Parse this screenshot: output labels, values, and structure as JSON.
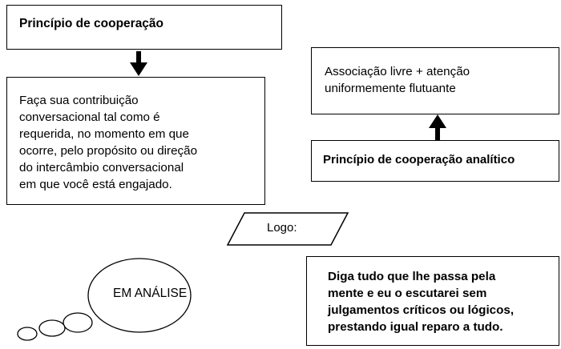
{
  "boxes": {
    "cooperation": {
      "title": "Princípio de cooperação"
    },
    "maxim": {
      "lines": [
        "Faça sua contribuição",
        "conversacional tal como é",
        "requerida, no momento em que",
        "ocorre, pelo propósito ou direção",
        "do intercâmbio conversacional",
        "em que você está engajado."
      ]
    },
    "association": {
      "lines": [
        "Associação livre + atenção",
        "uniformemente flutuante"
      ]
    },
    "analytic": {
      "title": "Princípio de cooperação analítico"
    },
    "logo": {
      "label": "Logo:"
    },
    "instruction": {
      "lines": [
        "Diga tudo que lhe passa pela",
        "mente e eu o escutarei sem",
        "julgamentos críticos ou lógicos,",
        "prestando igual reparo a tudo."
      ]
    }
  },
  "thought_bubble": {
    "label": "EM ANÁLISE"
  }
}
